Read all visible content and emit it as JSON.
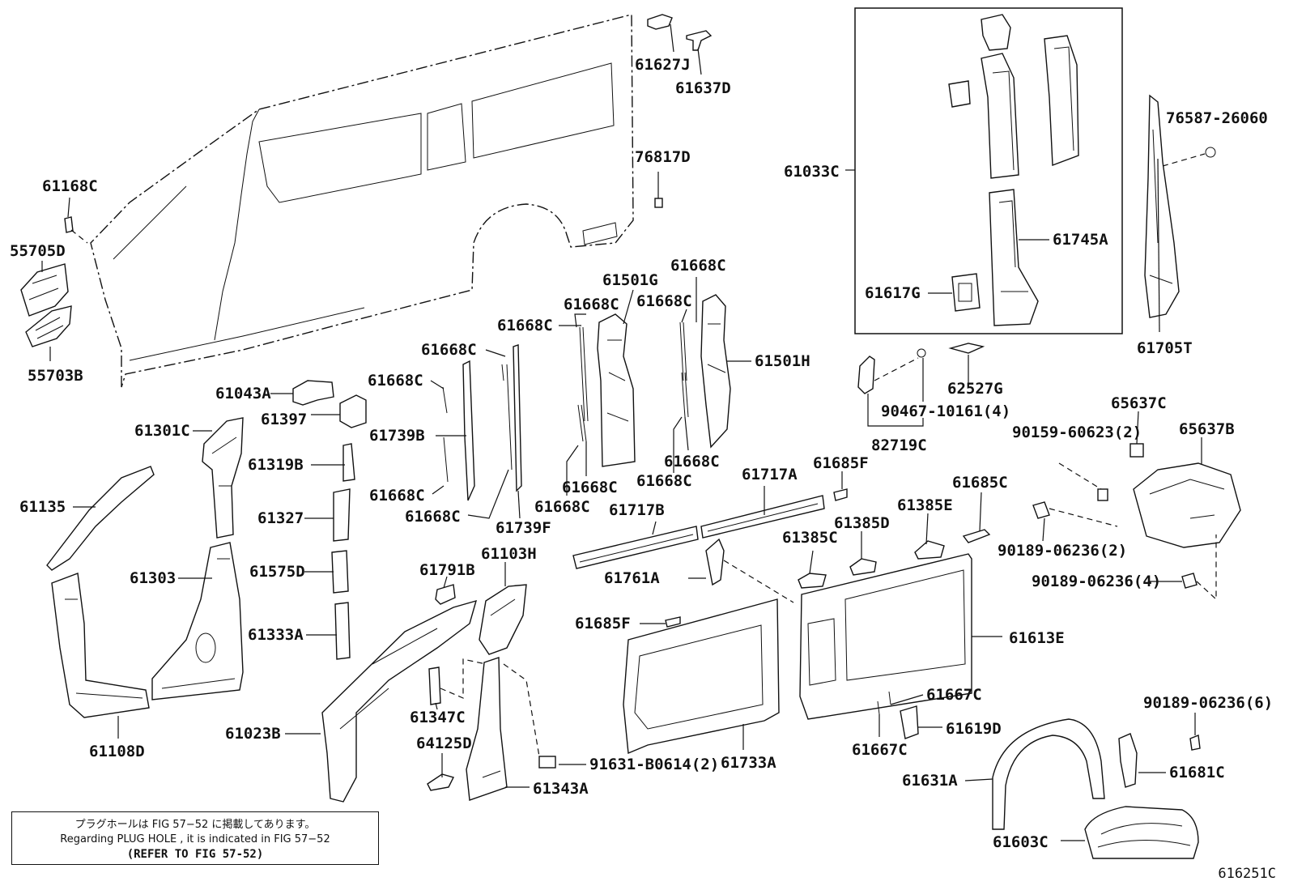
{
  "diagram": {
    "figure_id": "616251C",
    "note": {
      "line1": "プラグホールは FIG 57−52 に掲載してあります。",
      "line2": "Regarding  PLUG  HOLE , it is indicated in  FIG  57−52",
      "line3": "(REFER  TO  FIG  57-52)"
    },
    "parts": [
      {
        "id": "61627J"
      },
      {
        "id": "61637D"
      },
      {
        "id": "76817D"
      },
      {
        "id": "61168C"
      },
      {
        "id": "55705D"
      },
      {
        "id": "55703B"
      },
      {
        "id": "61033C"
      },
      {
        "id": "61745A"
      },
      {
        "id": "61617G"
      },
      {
        "id": "76587-26060"
      },
      {
        "id": "61705T"
      },
      {
        "id": "61668C"
      },
      {
        "id": "61501G"
      },
      {
        "id": "61501H"
      },
      {
        "id": "61739B"
      },
      {
        "id": "61739F"
      },
      {
        "id": "61043A"
      },
      {
        "id": "61397"
      },
      {
        "id": "61301C"
      },
      {
        "id": "61319B"
      },
      {
        "id": "61327"
      },
      {
        "id": "61575D"
      },
      {
        "id": "61333A"
      },
      {
        "id": "61135"
      },
      {
        "id": "61303"
      },
      {
        "id": "61108D"
      },
      {
        "id": "61023B"
      },
      {
        "id": "61791B"
      },
      {
        "id": "61103H"
      },
      {
        "id": "61347C"
      },
      {
        "id": "64125D"
      },
      {
        "id": "61343A"
      },
      {
        "id": "91631-B0614(2)"
      },
      {
        "id": "61717B"
      },
      {
        "id": "61717A"
      },
      {
        "id": "61761A"
      },
      {
        "id": "61685F"
      },
      {
        "id": "61733A"
      },
      {
        "id": "61385C"
      },
      {
        "id": "61385D"
      },
      {
        "id": "61385E"
      },
      {
        "id": "61685C"
      },
      {
        "id": "61613E"
      },
      {
        "id": "61667C"
      },
      {
        "id": "61619D"
      },
      {
        "id": "82719C"
      },
      {
        "id": "90467-10161(4)"
      },
      {
        "id": "62527G"
      },
      {
        "id": "65637C"
      },
      {
        "id": "65637B"
      },
      {
        "id": "90159-60623(2)"
      },
      {
        "id": "90189-06236(2)"
      },
      {
        "id": "90189-06236(4)"
      },
      {
        "id": "90189-06236(6)"
      },
      {
        "id": "61681C"
      },
      {
        "id": "61631A"
      },
      {
        "id": "61603C"
      }
    ]
  },
  "labels": [
    {
      "key": "l01",
      "text": "61627J"
    },
    {
      "key": "l02",
      "text": "61637D"
    },
    {
      "key": "l03",
      "text": "76817D"
    },
    {
      "key": "l04",
      "text": "61168C"
    },
    {
      "key": "l05",
      "text": "55705D"
    },
    {
      "key": "l06",
      "text": "55703B"
    },
    {
      "key": "l07",
      "text": "61033C"
    },
    {
      "key": "l08",
      "text": "61745A"
    },
    {
      "key": "l09",
      "text": "61617G"
    },
    {
      "key": "l10",
      "text": "76587-26060"
    },
    {
      "key": "l11",
      "text": "61705T"
    },
    {
      "key": "l12",
      "text": "61668C"
    },
    {
      "key": "l13",
      "text": "61501G"
    },
    {
      "key": "l14",
      "text": "61668C"
    },
    {
      "key": "l15",
      "text": "61668C"
    },
    {
      "key": "l16",
      "text": "61668C"
    },
    {
      "key": "l17",
      "text": "61501H"
    },
    {
      "key": "l18",
      "text": "61668C"
    },
    {
      "key": "l19",
      "text": "61668C"
    },
    {
      "key": "l20",
      "text": "61739B"
    },
    {
      "key": "l21",
      "text": "61668C"
    },
    {
      "key": "l22",
      "text": "61668C"
    },
    {
      "key": "l23",
      "text": "61739F"
    },
    {
      "key": "l24",
      "text": "61668C"
    },
    {
      "key": "l25",
      "text": "61668C"
    },
    {
      "key": "l26",
      "text": "61668C"
    },
    {
      "key": "l27",
      "text": "61668C"
    },
    {
      "key": "l28",
      "text": "61043A"
    },
    {
      "key": "l29",
      "text": "61397"
    },
    {
      "key": "l30",
      "text": "61301C"
    },
    {
      "key": "l31",
      "text": "61319B"
    },
    {
      "key": "l32",
      "text": "61327"
    },
    {
      "key": "l33",
      "text": "61575D"
    },
    {
      "key": "l34",
      "text": "61333A"
    },
    {
      "key": "l35",
      "text": "61135"
    },
    {
      "key": "l36",
      "text": "61303"
    },
    {
      "key": "l37",
      "text": "61108D"
    },
    {
      "key": "l38",
      "text": "61023B"
    },
    {
      "key": "l39",
      "text": "61791B"
    },
    {
      "key": "l40",
      "text": "61103H"
    },
    {
      "key": "l41",
      "text": "61347C"
    },
    {
      "key": "l42",
      "text": "64125D"
    },
    {
      "key": "l43",
      "text": "61343A"
    },
    {
      "key": "l44",
      "text": "91631-B0614(2)"
    },
    {
      "key": "l45",
      "text": "61717B"
    },
    {
      "key": "l46",
      "text": "61717A"
    },
    {
      "key": "l47",
      "text": "61761A"
    },
    {
      "key": "l48",
      "text": "61685F"
    },
    {
      "key": "l49",
      "text": "61685F"
    },
    {
      "key": "l50",
      "text": "61733A"
    },
    {
      "key": "l51",
      "text": "61385C"
    },
    {
      "key": "l52",
      "text": "61385D"
    },
    {
      "key": "l53",
      "text": "61385E"
    },
    {
      "key": "l54",
      "text": "61685C"
    },
    {
      "key": "l55",
      "text": "61613E"
    },
    {
      "key": "l56",
      "text": "61667C"
    },
    {
      "key": "l57",
      "text": "61667C"
    },
    {
      "key": "l58",
      "text": "61619D"
    },
    {
      "key": "l59",
      "text": "82719C"
    },
    {
      "key": "l60",
      "text": "90467-10161(4)"
    },
    {
      "key": "l61",
      "text": "62527G"
    },
    {
      "key": "l62",
      "text": "65637C"
    },
    {
      "key": "l63",
      "text": "65637B"
    },
    {
      "key": "l64",
      "text": "90159-60623(2)"
    },
    {
      "key": "l65",
      "text": "90189-06236(2)"
    },
    {
      "key": "l66",
      "text": "90189-06236(4)"
    },
    {
      "key": "l67",
      "text": "90189-06236(6)"
    },
    {
      "key": "l68",
      "text": "61681C"
    },
    {
      "key": "l69",
      "text": "61631A"
    },
    {
      "key": "l70",
      "text": "61603C"
    }
  ]
}
